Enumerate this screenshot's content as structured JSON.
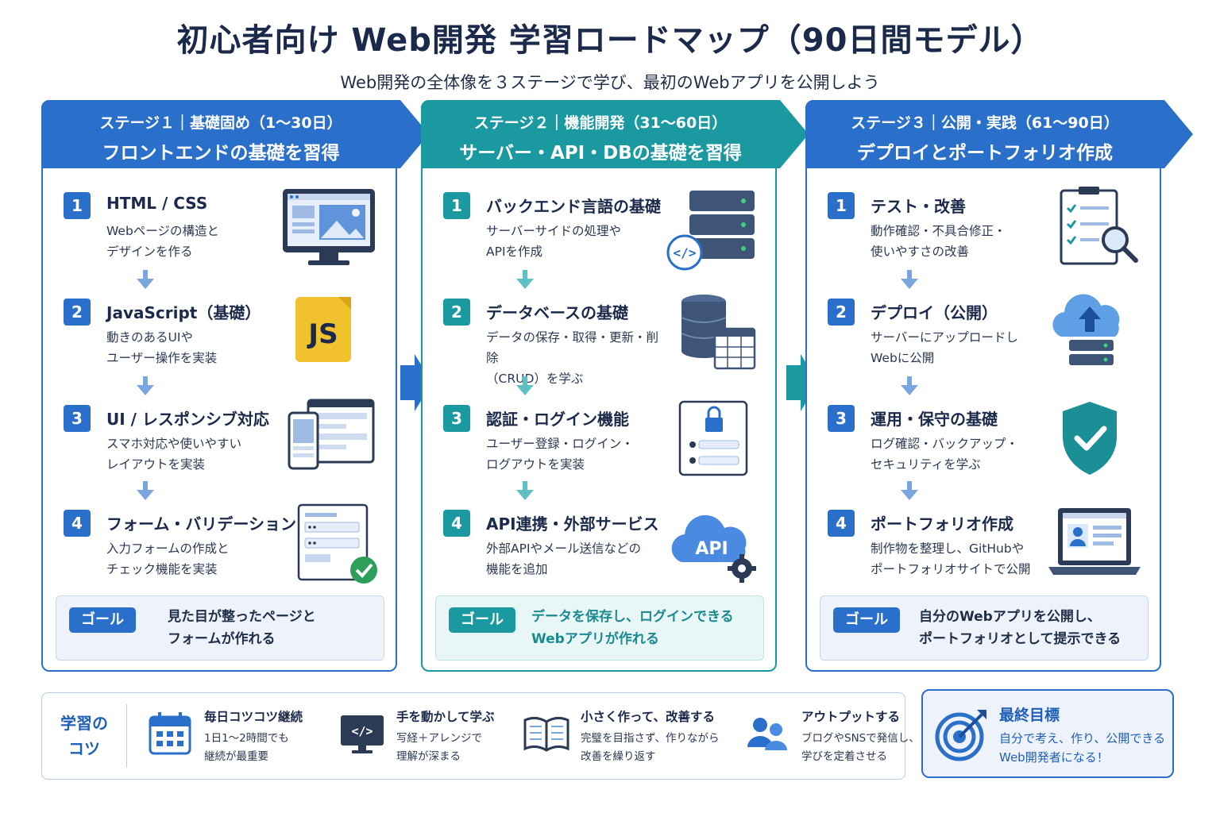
{
  "title": "初心者向け Web開発 学習ロードマップ（90日間モデル）",
  "subtitle": "Web開発の全体像を３ステージで学び、最初のWebアプリを公開しよう",
  "stages": [
    {
      "header_line1": "ステージ１｜基礎固め（1〜30日）",
      "header_line2": "フロントエンドの基礎を習得",
      "steps": [
        {
          "num": "1",
          "title": "HTML / CSS",
          "desc": "Webページの構造と\nデザインを作る",
          "icon": "monitor-icon"
        },
        {
          "num": "2",
          "title": "JavaScript（基礎）",
          "desc": "動きのあるUIや\nユーザー操作を実装",
          "icon": "js-icon",
          "icon_text": "JS"
        },
        {
          "num": "3",
          "title": "UI / レスポンシブ対応",
          "desc": "スマホ対応や使いやすい\nレイアウトを実装",
          "icon": "responsive-devices-icon"
        },
        {
          "num": "4",
          "title": "フォーム・バリデーション",
          "desc": "入力フォームの作成と\nチェック機能を実装",
          "icon": "form-check-icon"
        }
      ],
      "goal_label": "ゴール",
      "goal_text": "見た目が整ったページと\nフォームが作れる"
    },
    {
      "header_line1": "ステージ２｜機能開発（31〜60日）",
      "header_line2": "サーバー・API・DBの基礎を習得",
      "steps": [
        {
          "num": "1",
          "title": "バックエンド言語の基礎",
          "desc": "サーバーサイドの処理や\nAPIを作成",
          "icon": "server-code-icon"
        },
        {
          "num": "2",
          "title": "データベースの基礎",
          "desc": "データの保存・取得・更新・削除\n（CRUD）を学ぶ",
          "icon": "database-table-icon"
        },
        {
          "num": "3",
          "title": "認証・ログイン機能",
          "desc": "ユーザー登録・ログイン・\nログアウトを実装",
          "icon": "login-lock-icon"
        },
        {
          "num": "4",
          "title": "API連携・外部サービス",
          "desc": "外部APIやメール送信などの\n機能を追加",
          "icon": "api-cloud-icon",
          "icon_text": "API"
        }
      ],
      "goal_label": "ゴール",
      "goal_text": "データを保存し、ログインできる\nWebアプリが作れる"
    },
    {
      "header_line1": "ステージ３｜公開・実践（61〜90日）",
      "header_line2": "デプロイとポートフォリオ作成",
      "steps": [
        {
          "num": "1",
          "title": "テスト・改善",
          "desc": "動作確認・不具合修正・\n使いやすさの改善",
          "icon": "checklist-magnifier-icon"
        },
        {
          "num": "2",
          "title": "デプロイ（公開）",
          "desc": "サーバーにアップロードし\nWebに公開",
          "icon": "cloud-upload-icon"
        },
        {
          "num": "3",
          "title": "運用・保守の基礎",
          "desc": "ログ確認・バックアップ・\nセキュリティを学ぶ",
          "icon": "shield-check-icon"
        },
        {
          "num": "4",
          "title": "ポートフォリオ作成",
          "desc": "制作物を整理し、GitHubや\nポートフォリオサイトで公開",
          "icon": "laptop-portfolio-icon"
        }
      ],
      "goal_label": "ゴール",
      "goal_text": "自分のWebアプリを公開し、\nポートフォリオとして提示できる"
    }
  ],
  "tips": {
    "label": "学習の\nコツ",
    "items": [
      {
        "title": "毎日コツコツ継続",
        "desc": "1日1〜2時間でも\n継続が最重要",
        "icon": "calendar-icon"
      },
      {
        "title": "手を動かして学ぶ",
        "desc": "写経＋アレンジで\n理解が深まる",
        "icon": "code-monitor-icon"
      },
      {
        "title": "小さく作って、改善する",
        "desc": "完璧を目指さず、作りながら\n改善を繰り返す",
        "icon": "open-book-icon"
      },
      {
        "title": "アウトプットする",
        "desc": "ブログやSNSで発信し、\n学びを定着させる",
        "icon": "people-icon"
      }
    ]
  },
  "final_goal": {
    "title": "最終目標",
    "desc": "自分で考え、作り、公開できる\nWeb開発者になる！",
    "icon": "target-icon"
  },
  "colors": {
    "blue": "#2a6fc9",
    "teal": "#1a9aa0",
    "navy": "#1b2a4a"
  }
}
